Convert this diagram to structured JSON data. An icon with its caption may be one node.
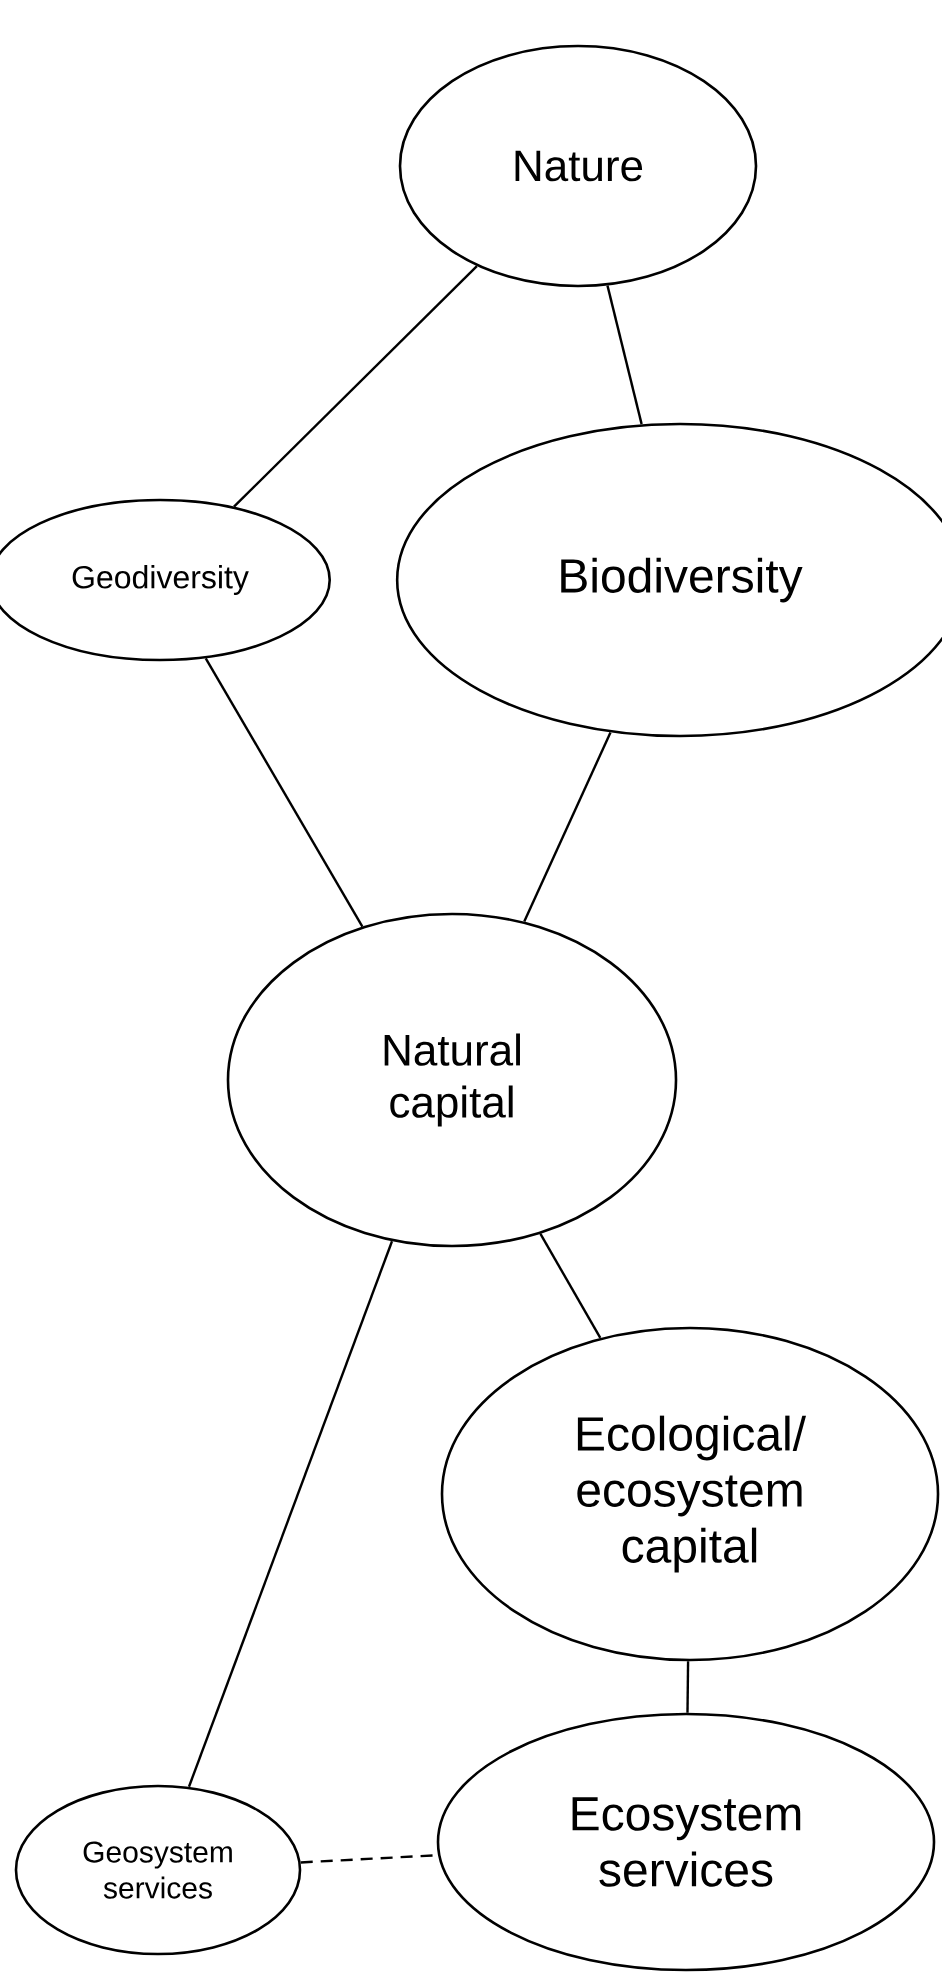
{
  "diagram": {
    "nodes": [
      {
        "text": [
          "Nature"
        ]
      },
      {
        "text": [
          "Geodiversity"
        ]
      },
      {
        "text": [
          "Biodiversity"
        ]
      },
      {
        "text": [
          "Natural capital"
        ]
      },
      {
        "text": [
          "Ecological/ ecosystem capital"
        ]
      },
      {
        "text": [
          "Geosystem services"
        ]
      },
      {
        "text": [
          "Ecosystem services"
        ]
      }
    ],
    "edges": [
      {
        "from": 0,
        "to": 1,
        "arrow": "none"
      },
      {
        "from": 0,
        "to": 2,
        "arrow": "none"
      },
      {
        "from": 1,
        "to": 3,
        "arrow": "none"
      },
      {
        "from": 2,
        "to": 3,
        "arrow": "none"
      },
      {
        "from": 3,
        "to": 5,
        "arrow": "none"
      },
      {
        "from": 3,
        "to": 4,
        "arrow": "none"
      },
      {
        "from": 4,
        "to": 6,
        "arrow": "none"
      },
      {
        "from": 5,
        "to": 6,
        "arrow": "none",
        "style": "dashed"
      }
    ]
  }
}
